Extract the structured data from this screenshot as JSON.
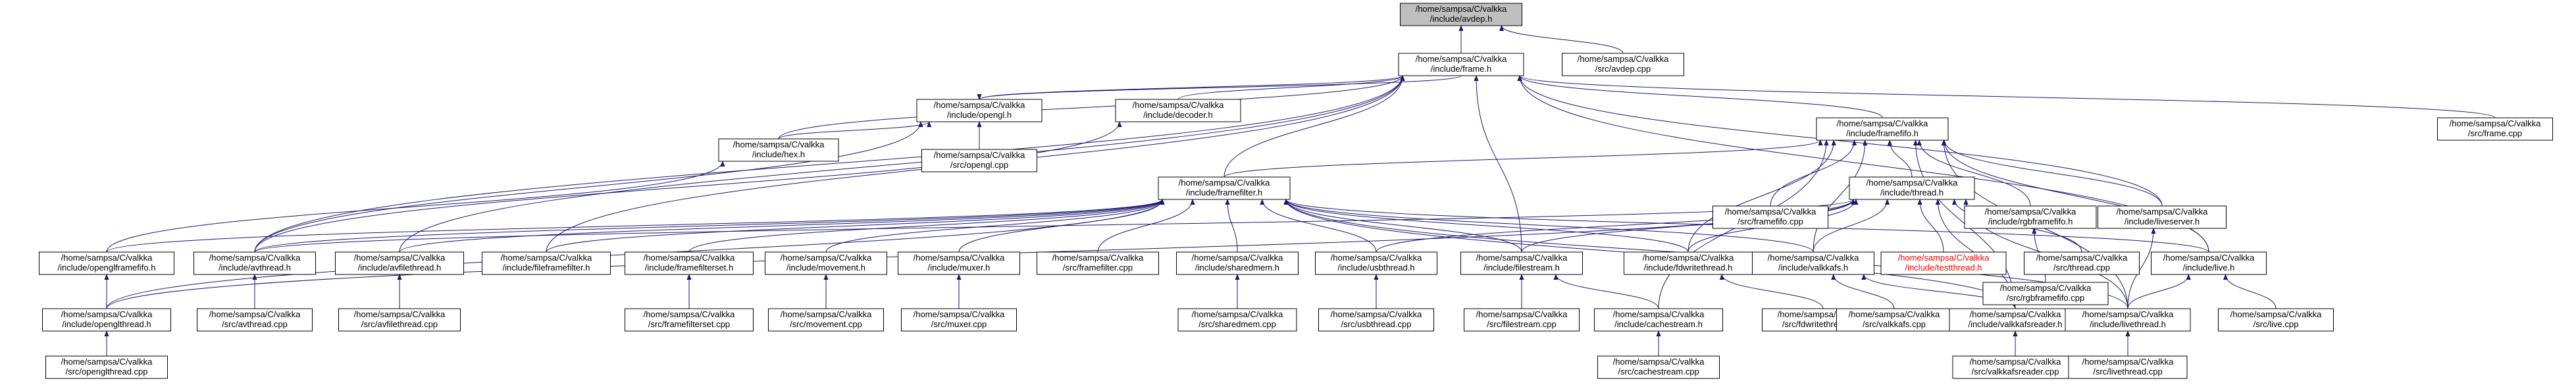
{
  "diagram": {
    "type": "include-dependency-graph",
    "colors": {
      "edge": "#191970",
      "root_fill": "#bfbfbf",
      "node_fill": "#ffffff",
      "node_stroke": "#000000",
      "missing_text": "#ff0000"
    },
    "nodes": [
      {
        "id": "avdep_h",
        "line1": "/home/sampsa/C/valkka",
        "line2": "/include/avdep.h",
        "root": true
      },
      {
        "id": "frame_h",
        "line1": "/home/sampsa/C/valkka",
        "line2": "/include/frame.h"
      },
      {
        "id": "avdep_cpp",
        "line1": "/home/sampsa/C/valkka",
        "line2": "/src/avdep.cpp"
      },
      {
        "id": "opengl_h",
        "line1": "/home/sampsa/C/valkka",
        "line2": "/include/opengl.h"
      },
      {
        "id": "decoder_h",
        "line1": "/home/sampsa/C/valkka",
        "line2": "/include/decoder.h"
      },
      {
        "id": "framefifo_h",
        "line1": "/home/sampsa/C/valkka",
        "line2": "/include/framefifo.h"
      },
      {
        "id": "frame_cpp",
        "line1": "/home/sampsa/C/valkka",
        "line2": "/src/frame.cpp"
      },
      {
        "id": "hex_h",
        "line1": "/home/sampsa/C/valkka",
        "line2": "/include/hex.h"
      },
      {
        "id": "opengl_cpp",
        "line1": "/home/sampsa/C/valkka",
        "line2": "/src/opengl.cpp"
      },
      {
        "id": "framefilter_h",
        "line1": "/home/sampsa/C/valkka",
        "line2": "/include/framefilter.h"
      },
      {
        "id": "thread_h",
        "line1": "/home/sampsa/C/valkka",
        "line2": "/include/thread.h"
      },
      {
        "id": "framefifo_cpp",
        "line1": "/home/sampsa/C/valkka",
        "line2": "/src/framefifo.cpp"
      },
      {
        "id": "rgbframefifo_h",
        "line1": "/home/sampsa/C/valkka",
        "line2": "/include/rgbframefifo.h"
      },
      {
        "id": "liveserver_h",
        "line1": "/home/sampsa/C/valkka",
        "line2": "/include/liveserver.h"
      },
      {
        "id": "openglframefifo_h",
        "line1": "/home/sampsa/C/valkka",
        "line2": "/include/openglframefifo.h"
      },
      {
        "id": "avthread_h",
        "line1": "/home/sampsa/C/valkka",
        "line2": "/include/avthread.h"
      },
      {
        "id": "avfilethread_h",
        "line1": "/home/sampsa/C/valkka",
        "line2": "/include/avfilethread.h"
      },
      {
        "id": "fileframefilter_h",
        "line1": "/home/sampsa/C/valkka",
        "line2": "/include/fileframefilter.h"
      },
      {
        "id": "framefilterset_h",
        "line1": "/home/sampsa/C/valkka",
        "line2": "/include/framefilterset.h"
      },
      {
        "id": "movement_h",
        "line1": "/home/sampsa/C/valkka",
        "line2": "/include/movement.h"
      },
      {
        "id": "muxer_h",
        "line1": "/home/sampsa/C/valkka",
        "line2": "/include/muxer.h"
      },
      {
        "id": "framefilter_cpp",
        "line1": "/home/sampsa/C/valkka",
        "line2": "/src/framefilter.cpp"
      },
      {
        "id": "sharedmem_h",
        "line1": "/home/sampsa/C/valkka",
        "line2": "/include/sharedmem.h"
      },
      {
        "id": "usbthread_h",
        "line1": "/home/sampsa/C/valkka",
        "line2": "/include/usbthread.h"
      },
      {
        "id": "filestream_h",
        "line1": "/home/sampsa/C/valkka",
        "line2": "/include/filestream.h"
      },
      {
        "id": "fdwritethread_h",
        "line1": "/home/sampsa/C/valkka",
        "line2": "/include/fdwritethread.h"
      },
      {
        "id": "valkkafs_h",
        "line1": "/home/sampsa/C/valkka",
        "line2": "/include/valkkafs.h"
      },
      {
        "id": "testthread_h",
        "line1": "/home/sampsa/C/valkka",
        "line2": "/include/testthread.h",
        "missing": true
      },
      {
        "id": "thread_cpp",
        "line1": "/home/sampsa/C/valkka",
        "line2": "/src/thread.cpp"
      },
      {
        "id": "rgbframefifo_cpp",
        "line1": "/home/sampsa/C/valkka",
        "line2": "/src/rgbframefifo.cpp"
      },
      {
        "id": "live_h",
        "line1": "/home/sampsa/C/valkka",
        "line2": "/include/live.h"
      },
      {
        "id": "openglthread_h",
        "line1": "/home/sampsa/C/valkka",
        "line2": "/include/openglthread.h"
      },
      {
        "id": "avthread_cpp",
        "line1": "/home/sampsa/C/valkka",
        "line2": "/src/avthread.cpp"
      },
      {
        "id": "avfilethread_cpp",
        "line1": "/home/sampsa/C/valkka",
        "line2": "/src/avfilethread.cpp"
      },
      {
        "id": "framefilterset_cpp",
        "line1": "/home/sampsa/C/valkka",
        "line2": "/src/framefilterset.cpp"
      },
      {
        "id": "movement_cpp",
        "line1": "/home/sampsa/C/valkka",
        "line2": "/src/movement.cpp"
      },
      {
        "id": "muxer_cpp",
        "line1": "/home/sampsa/C/valkka",
        "line2": "/src/muxer.cpp"
      },
      {
        "id": "sharedmem_cpp",
        "line1": "/home/sampsa/C/valkka",
        "line2": "/src/sharedmem.cpp"
      },
      {
        "id": "usbthread_cpp",
        "line1": "/home/sampsa/C/valkka",
        "line2": "/src/usbthread.cpp"
      },
      {
        "id": "filestream_cpp",
        "line1": "/home/sampsa/C/valkka",
        "line2": "/src/filestream.cpp"
      },
      {
        "id": "cachestream_h",
        "line1": "/home/sampsa/C/valkka",
        "line2": "/include/cachestream.h"
      },
      {
        "id": "fdwritethread_cpp",
        "line1": "/home/sampsa/C/valkka",
        "line2": "/src/fdwritethread.cpp"
      },
      {
        "id": "valkkafs_cpp",
        "line1": "/home/sampsa/C/valkka",
        "line2": "/src/valkkafs.cpp"
      },
      {
        "id": "valkkafsreader_h",
        "line1": "/home/sampsa/C/valkka",
        "line2": "/include/valkkafsreader.h"
      },
      {
        "id": "livethread_h",
        "line1": "/home/sampsa/C/valkka",
        "line2": "/include/livethread.h"
      },
      {
        "id": "live_cpp",
        "line1": "/home/sampsa/C/valkka",
        "line2": "/src/live.cpp"
      },
      {
        "id": "openglthread_cpp",
        "line1": "/home/sampsa/C/valkka",
        "line2": "/src/openglthread.cpp"
      },
      {
        "id": "cachestream_cpp",
        "line1": "/home/sampsa/C/valkka",
        "line2": "/src/cachestream.cpp"
      },
      {
        "id": "valkkafsreader_cpp",
        "line1": "/home/sampsa/C/valkka",
        "line2": "/src/valkkafsreader.cpp"
      },
      {
        "id": "livethread_cpp",
        "line1": "/home/sampsa/C/valkka",
        "line2": "/src/livethread.cpp"
      }
    ],
    "edges": [
      [
        "avdep_h",
        "frame_h"
      ],
      [
        "avdep_h",
        "avdep_cpp"
      ],
      [
        "frame_h",
        "opengl_h"
      ],
      [
        "frame_h",
        "decoder_h"
      ],
      [
        "frame_h",
        "framefifo_h"
      ],
      [
        "frame_h",
        "frame_cpp"
      ],
      [
        "frame_h",
        "hex_h"
      ],
      [
        "frame_h",
        "framefilter_h"
      ],
      [
        "frame_h",
        "avthread_h"
      ],
      [
        "frame_h",
        "avfilethread_h"
      ],
      [
        "frame_h",
        "fileframefilter_h"
      ],
      [
        "frame_h",
        "filestream_h"
      ],
      [
        "frame_h",
        "liveserver_h"
      ],
      [
        "frame_h",
        "live_h"
      ],
      [
        "opengl_h",
        "hex_h"
      ],
      [
        "opengl_h",
        "opengl_cpp"
      ],
      [
        "opengl_h",
        "avthread_h"
      ],
      [
        "opengl_h",
        "frame_h"
      ],
      [
        "decoder_h",
        "avthread_h"
      ],
      [
        "framefifo_h",
        "framefilter_h"
      ],
      [
        "framefifo_h",
        "thread_h"
      ],
      [
        "framefifo_h",
        "framefifo_cpp"
      ],
      [
        "framefifo_h",
        "rgbframefifo_h"
      ],
      [
        "framefifo_h",
        "liveserver_h"
      ],
      [
        "framefifo_h",
        "fdwritethread_h"
      ],
      [
        "framefifo_h",
        "valkkafs_h"
      ],
      [
        "framefifo_h",
        "cachestream_h"
      ],
      [
        "framefifo_h",
        "livethread_h"
      ],
      [
        "framefifo_h",
        "valkkafsreader_h"
      ],
      [
        "framefifo_h",
        "live_h"
      ],
      [
        "hex_h",
        "openglframefifo_h"
      ],
      [
        "framefilter_h",
        "openglframefifo_h"
      ],
      [
        "framefilter_h",
        "avthread_h"
      ],
      [
        "framefilter_h",
        "avfilethread_h"
      ],
      [
        "framefilter_h",
        "fileframefilter_h"
      ],
      [
        "framefilter_h",
        "framefilterset_h"
      ],
      [
        "framefilter_h",
        "movement_h"
      ],
      [
        "framefilter_h",
        "muxer_h"
      ],
      [
        "framefilter_h",
        "framefilter_cpp"
      ],
      [
        "framefilter_h",
        "sharedmem_h"
      ],
      [
        "framefilter_h",
        "usbthread_h"
      ],
      [
        "framefilter_h",
        "filestream_h"
      ],
      [
        "framefilter_h",
        "fdwritethread_h"
      ],
      [
        "framefilter_h",
        "valkkafs_h"
      ],
      [
        "framefilter_h",
        "live_h"
      ],
      [
        "framefilter_h",
        "livethread_h"
      ],
      [
        "framefilter_h",
        "valkkafsreader_h"
      ],
      [
        "framefilter_h",
        "openglthread_h"
      ],
      [
        "thread_h",
        "avthread_h"
      ],
      [
        "thread_h",
        "usbthread_h"
      ],
      [
        "thread_h",
        "filestream_h"
      ],
      [
        "thread_h",
        "fdwritethread_h"
      ],
      [
        "thread_h",
        "valkkafs_h"
      ],
      [
        "thread_h",
        "testthread_h"
      ],
      [
        "thread_h",
        "thread_cpp"
      ],
      [
        "thread_h",
        "livethread_h"
      ],
      [
        "thread_h",
        "openglthread_h"
      ],
      [
        "thread_h",
        "valkkafsreader_h"
      ],
      [
        "rgbframefifo_h",
        "rgbframefifo_cpp"
      ],
      [
        "liveserver_h",
        "livethread_h"
      ],
      [
        "openglframefifo_h",
        "openglthread_h"
      ],
      [
        "avthread_h",
        "avthread_cpp"
      ],
      [
        "avfilethread_h",
        "avfilethread_cpp"
      ],
      [
        "framefilterset_h",
        "framefilterset_cpp"
      ],
      [
        "movement_h",
        "movement_cpp"
      ],
      [
        "muxer_h",
        "muxer_cpp"
      ],
      [
        "sharedmem_h",
        "sharedmem_cpp"
      ],
      [
        "usbthread_h",
        "usbthread_cpp"
      ],
      [
        "filestream_h",
        "filestream_cpp"
      ],
      [
        "filestream_h",
        "cachestream_h"
      ],
      [
        "fdwritethread_h",
        "fdwritethread_cpp"
      ],
      [
        "valkkafs_h",
        "valkkafs_cpp"
      ],
      [
        "valkkafs_h",
        "valkkafsreader_h"
      ],
      [
        "live_h",
        "live_cpp"
      ],
      [
        "live_h",
        "livethread_h"
      ],
      [
        "openglthread_h",
        "openglthread_cpp"
      ],
      [
        "cachestream_h",
        "cachestream_cpp"
      ],
      [
        "valkkafsreader_h",
        "valkkafsreader_cpp"
      ],
      [
        "livethread_h",
        "livethread_cpp"
      ]
    ]
  }
}
